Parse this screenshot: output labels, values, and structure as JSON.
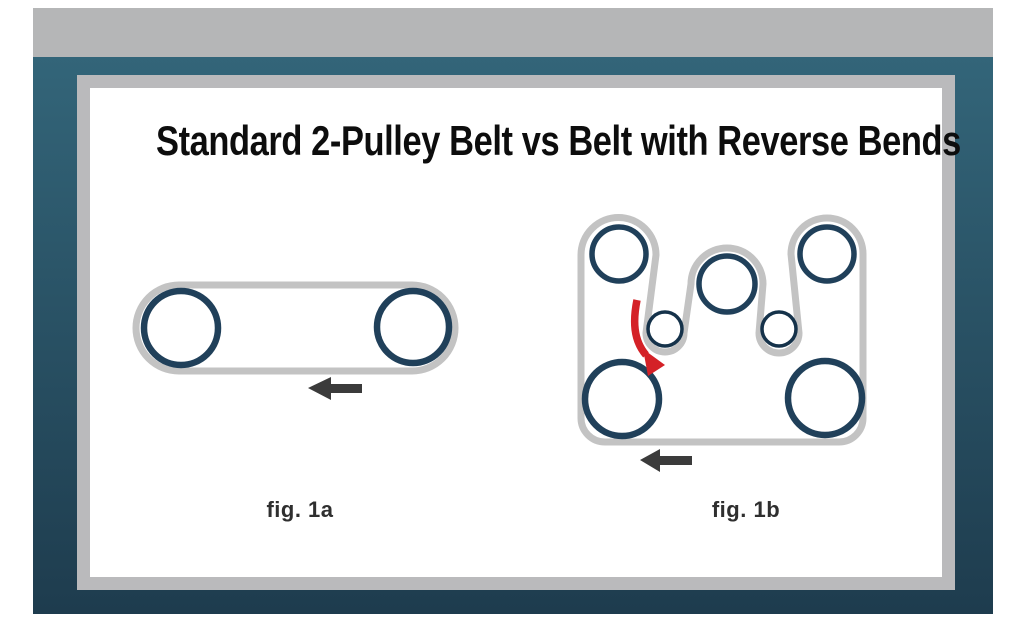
{
  "theme": {
    "bar": "#b5b6b7",
    "frame": "#bababc",
    "teal_top": "#336579",
    "teal_bottom": "#1e3c4e",
    "belt": "#c3c3c3",
    "pulley": "#20405a",
    "idler": "#15324a",
    "arrow": "#3b3b3b",
    "red": "#d42127",
    "title": "#0d0d0d",
    "label": "#2f2f2f"
  },
  "slide": {
    "title": "Standard 2-Pulley Belt vs Belt with Reverse Bends",
    "figures": [
      {
        "label": "fig. 1a",
        "subject": "Standard 2-pulley belt",
        "large_pulleys": 2,
        "idler_pulleys": 0,
        "belt_direction": "left"
      },
      {
        "label": "fig. 1b",
        "subject": "Belt with reverse bends",
        "large_pulleys": 5,
        "idler_pulleys": 2,
        "belt_direction": "left"
      }
    ]
  }
}
